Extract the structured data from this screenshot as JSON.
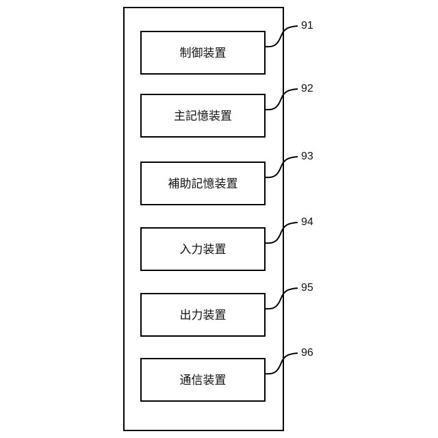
{
  "components": [
    {
      "label": "制御装置",
      "ref": "91"
    },
    {
      "label": "主記憶装置",
      "ref": "92"
    },
    {
      "label": "補助記憶装置",
      "ref": "93"
    },
    {
      "label": "入力装置",
      "ref": "94"
    },
    {
      "label": "出力装置",
      "ref": "95"
    },
    {
      "label": "通信装置",
      "ref": "96"
    }
  ]
}
